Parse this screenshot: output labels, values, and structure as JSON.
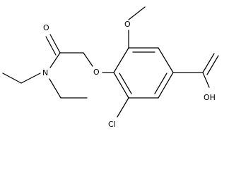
{
  "structure": {
    "colors": {
      "bond": "#000000",
      "label": "#000000",
      "background": "#ffffff"
    },
    "atoms": {
      "carbonyl_o": "O",
      "amide_n": "N",
      "ether_o": "O",
      "methoxy_o": "O",
      "chloro": "Cl",
      "acid_oh": "OH"
    }
  }
}
